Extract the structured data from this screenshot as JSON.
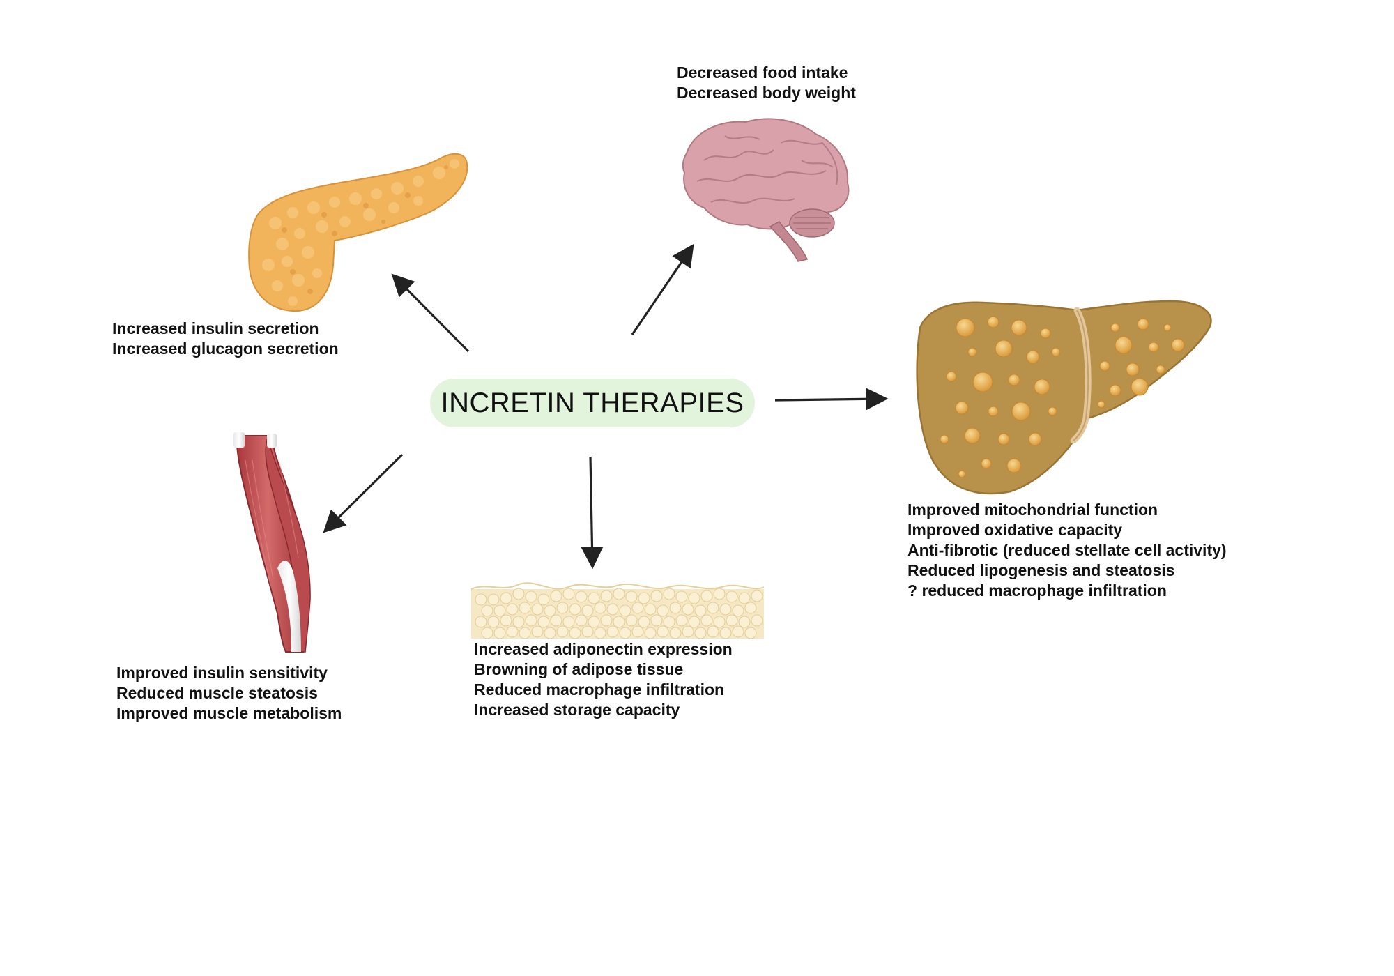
{
  "center": {
    "title": "INCRETIN THERAPIES",
    "fill": "#e3f4dc"
  },
  "targets": {
    "brain": {
      "icon": "brain-icon",
      "lines": [
        "Decreased food intake",
        "Decreased body weight"
      ]
    },
    "pancreas": {
      "icon": "pancreas-icon",
      "lines": [
        "Increased insulin secretion",
        "Increased glucagon secretion"
      ]
    },
    "liver": {
      "icon": "liver-icon",
      "lines": [
        "Improved mitochondrial function",
        "Improved oxidative capacity",
        "Anti-fibrotic (reduced stellate cell activity)",
        "Reduced lipogenesis and steatosis",
        "? reduced macrophage infiltration"
      ]
    },
    "muscle": {
      "icon": "muscle-icon",
      "lines": [
        "Improved insulin sensitivity",
        "Reduced muscle steatosis",
        "Improved muscle metabolism"
      ]
    },
    "adipose": {
      "icon": "adipose-tissue-icon",
      "lines": [
        "Increased adiponectin expression",
        "Browning of adipose tissue",
        "Reduced macrophage infiltration",
        "Increased storage capacity"
      ]
    }
  },
  "colors": {
    "arrow": "#222222",
    "pancreas": "#f2b45a",
    "brain": "#d9a2ab",
    "liver": "#b8914a",
    "muscle": "#c15b5b",
    "adipose": "#f6e8c4"
  }
}
